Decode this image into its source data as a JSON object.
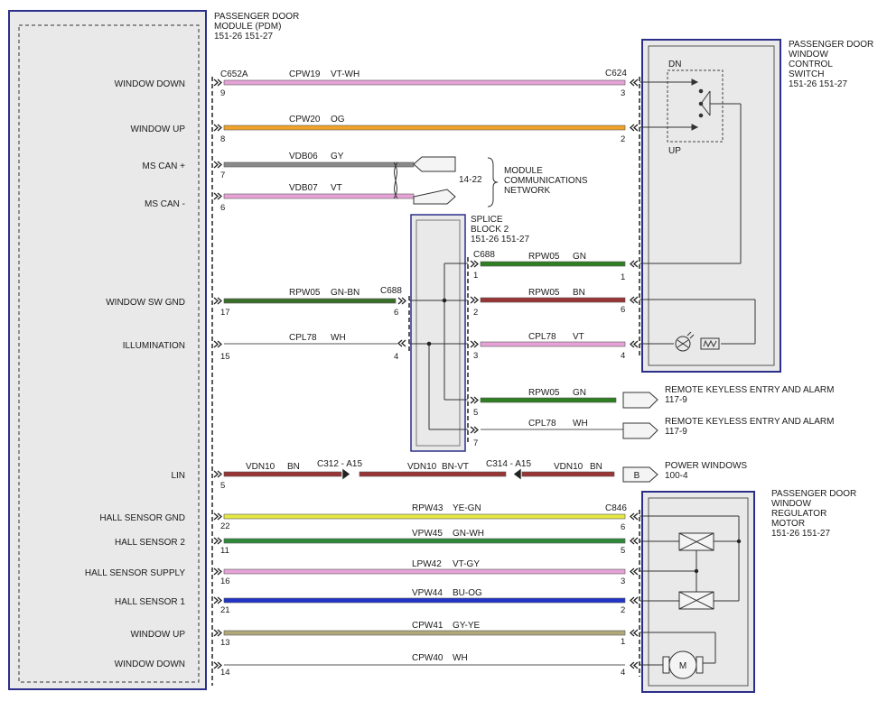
{
  "colors": {
    "module_border": "#2b2f8a",
    "module_fill": "#e9e9e9",
    "wire_outline": "#555555",
    "VT-WH": "#e7a3d8",
    "OG": "#f0a22a",
    "GY": "#8a8a8a",
    "VT": "#e7a3d8",
    "GN-BN": "#3a6f2a",
    "WH": "#f4f4f4",
    "GN": "#2f7f22",
    "BN": "#9a3535",
    "YE-GN": "#e4e845",
    "GN-WH": "#2e8a3a",
    "VT-GY": "#e7a3d8",
    "BU-OG": "#2234c8",
    "GY-YE": "#b0a878"
  },
  "pdm": {
    "title_lines": [
      "PASSENGER DOOR",
      "MODULE (PDM)",
      "151-26  151-27"
    ],
    "inputs": [
      {
        "label": "WINDOW DOWN"
      },
      {
        "label": "WINDOW UP"
      },
      {
        "label": "MS CAN +"
      },
      {
        "label": "MS CAN -"
      },
      {
        "label": "WINDOW SW GND"
      },
      {
        "label": "ILLUMINATION"
      },
      {
        "label": "LIN"
      },
      {
        "label": "HALL SENSOR GND"
      },
      {
        "label": "HALL SENSOR 2"
      },
      {
        "label": "HALL SENSOR SUPPLY"
      },
      {
        "label": "HALL SENSOR 1"
      },
      {
        "label": "WINDOW UP"
      },
      {
        "label": "WINDOW DOWN"
      }
    ]
  },
  "switch": {
    "title_lines": [
      "PASSENGER DOOR",
      "WINDOW",
      "CONTROL",
      "SWITCH",
      "151-26  151-27"
    ],
    "dn_label": "DN",
    "up_label": "UP"
  },
  "motor": {
    "title_lines": [
      "PASSENGER DOOR",
      "WINDOW",
      "REGULATOR",
      "MOTOR",
      "151-26  151-27"
    ],
    "motor_label": "M"
  },
  "splice": {
    "title_lines": [
      "SPLICE",
      "BLOCK 2",
      "151-26  151-27"
    ]
  },
  "network": {
    "label_lines": [
      "MODULE",
      "COMMUNICATIONS",
      "NETWORK"
    ],
    "ref": "14-22"
  },
  "connectors": {
    "c652a": "C652A",
    "c624": "C624",
    "c688_left": "C688",
    "c688_top": "C688",
    "c846": "C846",
    "c312": "C312 - A15",
    "c314": "C314 - A15"
  },
  "wires": [
    {
      "circuit": "CPW19",
      "color": "VT-WH",
      "pin_left": "9",
      "pin_right": "3"
    },
    {
      "circuit": "CPW20",
      "color": "OG",
      "pin_left": "8",
      "pin_right": "2"
    },
    {
      "circuit": "VDB06",
      "color": "GY",
      "pin_left": "7"
    },
    {
      "circuit": "VDB07",
      "color": "VT",
      "pin_left": "6"
    },
    {
      "circuit": "RPW05",
      "color": "GN-BN",
      "pin_left": "17",
      "pin_right": "6"
    },
    {
      "circuit": "CPL78",
      "color": "WH",
      "pin_left": "15",
      "pin_right": "4"
    },
    {
      "circuit": "RPW05",
      "color": "GN",
      "pin_left": "1",
      "pin_right": "1"
    },
    {
      "circuit": "RPW05",
      "color": "BN",
      "pin_left": "2",
      "pin_right": "6"
    },
    {
      "circuit": "CPL78",
      "color": "VT",
      "pin_left": "3",
      "pin_right": "4"
    },
    {
      "circuit": "RPW05",
      "color": "GN",
      "pin_left": "5"
    },
    {
      "circuit": "CPL78",
      "color": "WH",
      "pin_left": "7"
    },
    {
      "circuit": "VDN10",
      "color": "BN",
      "pin_left": "5"
    },
    {
      "circuit": "VDN10",
      "color": "BN-VT"
    },
    {
      "circuit": "VDN10",
      "color": "BN"
    },
    {
      "circuit": "RPW43",
      "color": "YE-GN",
      "pin_left": "22",
      "pin_right": "6"
    },
    {
      "circuit": "VPW45",
      "color": "GN-WH",
      "pin_left": "11",
      "pin_right": "5"
    },
    {
      "circuit": "LPW42",
      "color": "VT-GY",
      "pin_left": "16",
      "pin_right": "3"
    },
    {
      "circuit": "VPW44",
      "color": "BU-OG",
      "pin_left": "21",
      "pin_right": "2"
    },
    {
      "circuit": "CPW41",
      "color": "GY-YE",
      "pin_left": "13",
      "pin_right": "1"
    },
    {
      "circuit": "CPW40",
      "color": "WH",
      "pin_left": "14",
      "pin_right": "4"
    }
  ],
  "destinations": {
    "rke1": {
      "label": "REMOTE KEYLESS ENTRY AND ALARM",
      "ref": "117-9"
    },
    "rke2": {
      "label": "REMOTE KEYLESS ENTRY AND ALARM",
      "ref": "117-9"
    },
    "pw": {
      "label": "POWER WINDOWS",
      "ref": "100-4",
      "flag": "B"
    }
  }
}
